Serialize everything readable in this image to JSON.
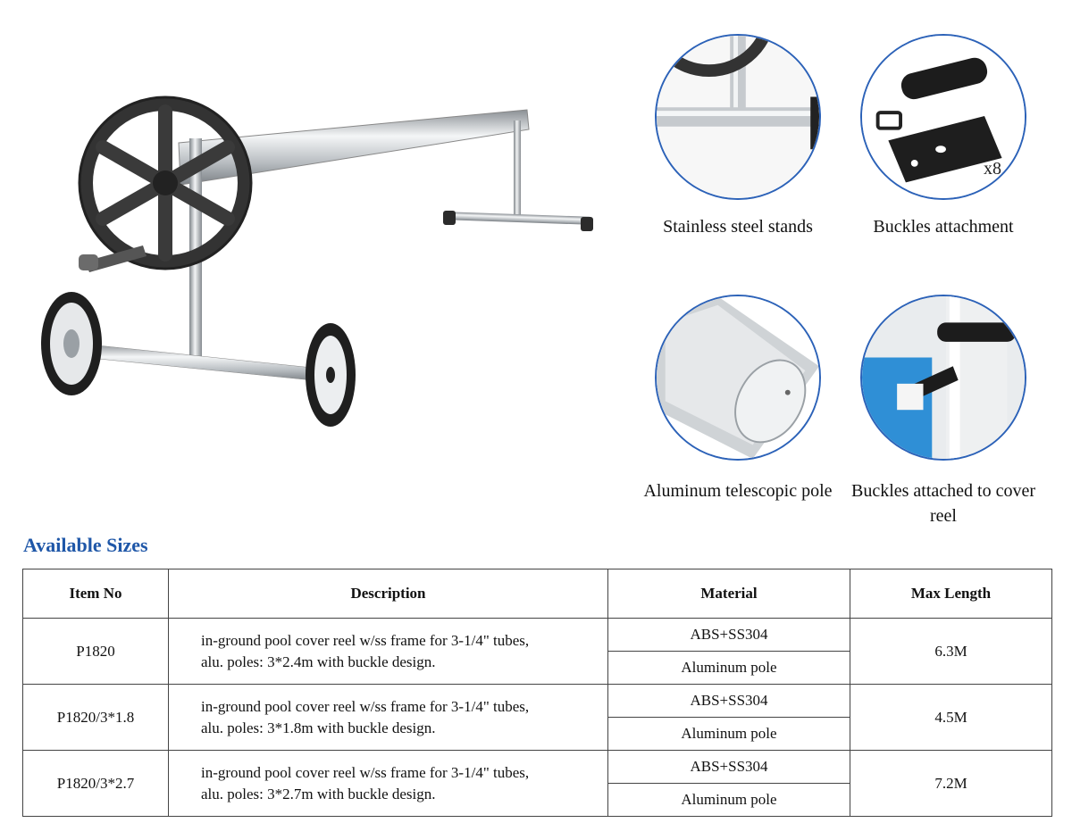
{
  "features": [
    {
      "caption": "Stainless steel stands"
    },
    {
      "caption": "Buckles attachment",
      "badge": "x8"
    },
    {
      "caption": "Aluminum telescopic pole"
    },
    {
      "caption": "Buckles attached to cover reel"
    }
  ],
  "sizes": {
    "title": "Available Sizes",
    "headers": [
      "Item No",
      "Description",
      "Material",
      "Max Length"
    ],
    "rows": [
      {
        "item": "P1820",
        "desc_line1": "in-ground pool cover reel w/ss frame for 3-1/4\" tubes,",
        "desc_line2": "alu. poles: 3*2.4m with buckle design.",
        "material1": "ABS+SS304",
        "material2": "Aluminum pole",
        "max_length": "6.3M"
      },
      {
        "item": "P1820/3*1.8",
        "desc_line1": "in-ground pool cover reel w/ss frame for 3-1/4\" tubes,",
        "desc_line2": "alu. poles: 3*1.8m with buckle design.",
        "material1": "ABS+SS304",
        "material2": "Aluminum pole",
        "max_length": "4.5M"
      },
      {
        "item": "P1820/3*2.7",
        "desc_line1": "in-ground pool cover reel w/ss frame for 3-1/4\" tubes,",
        "desc_line2": "alu. poles: 3*2.7m with buckle design.",
        "material1": "ABS+SS304",
        "material2": "Aluminum pole",
        "max_length": "7.2M"
      }
    ]
  }
}
